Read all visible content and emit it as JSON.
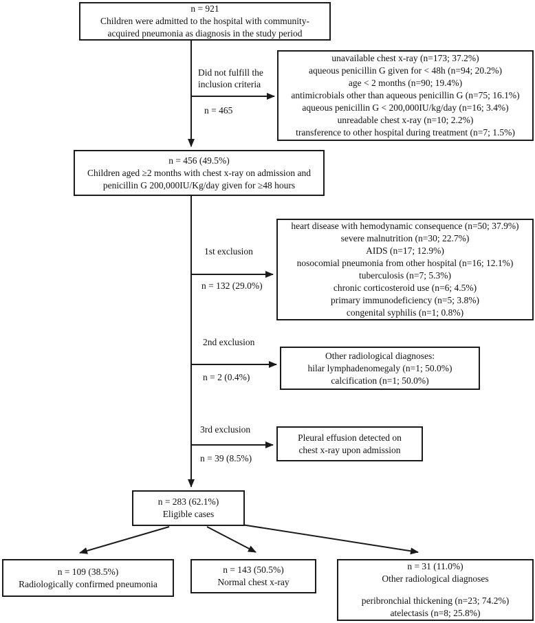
{
  "diagram": {
    "type": "flowchart",
    "colors": {
      "line": "#1a1a1a",
      "box_border": "#1a1a1a",
      "text": "#111111",
      "background": "#ffffff"
    },
    "boxes": {
      "admitted": {
        "lines": [
          "n = 921",
          "Children were admitted to the hospital with community-",
          "acquired pneumonia as diagnosis in the study period"
        ]
      },
      "criteria": {
        "lines": [
          "unavailable chest x-ray (n=173; 37.2%)",
          "aqueous penicillin G given for < 48h (n=94; 20.2%)",
          "age < 2 months (n=90; 19.4%)",
          "antimicrobials other than aqueous penicillin G (n=75; 16.1%)",
          "aqueous penicillin G < 200,000IU/kg/day (n=16; 3.4%)",
          "unreadable chest x-ray (n=10; 2.2%)",
          "transference to other hospital during treatment (n=7; 1.5%)"
        ]
      },
      "included": {
        "lines": [
          "n = 456 (49.5%)",
          "Children aged ≥2 months with chest x-ray on admission and",
          "penicillin G 200,000IU/Kg/day given for ≥48 hours"
        ]
      },
      "first_exclusion": {
        "lines": [
          "heart disease with hemodynamic consequence (n=50; 37.9%)",
          "severe malnutrition (n=30; 22.7%)",
          "AIDS (n=17; 12.9%)",
          "nosocomial pneumonia from other hospital (n=16; 12.1%)",
          "tuberculosis (n=7; 5.3%)",
          "chronic corticosteroid use (n=6; 4.5%)",
          "primary immunodeficiency (n=5; 3.8%)",
          "congenital syphilis (n=1; 0.8%)"
        ]
      },
      "second_exclusion": {
        "lines": [
          "Other radiological diagnoses:",
          "hilar lymphadenomegaly (n=1; 50.0%)",
          "calcification (n=1; 50.0%)"
        ]
      },
      "third_exclusion": {
        "lines": [
          "Pleural effusion detected on",
          "chest x-ray upon admission"
        ]
      },
      "eligible": {
        "lines": [
          "n = 283 (62.1%)",
          "Eligible cases"
        ]
      },
      "confirmed": {
        "lines": [
          "n = 109 (38.5%)",
          "Radiologically confirmed pneumonia"
        ]
      },
      "normal": {
        "lines": [
          "n = 143 (50.5%)",
          "Normal chest x-ray"
        ]
      },
      "other": {
        "lines": [
          "n = 31 (11.0%)",
          "Other radiological diagnoses",
          "peribronchial thickening (n=23; 74.2%)",
          "atelectasis (n=8; 25.8%)"
        ]
      }
    },
    "labels": {
      "did_not_fulfill_1": "Did not fulfill the",
      "did_not_fulfill_2": "inclusion criteria",
      "n465": "n = 465",
      "first_exclusion": "1st exclusion",
      "n132": "n = 132 (29.0%)",
      "second_exclusion": "2nd exclusion",
      "n2": "n = 2 (0.4%)",
      "third_exclusion": "3rd exclusion",
      "n39": "n = 39 (8.5%)"
    }
  }
}
